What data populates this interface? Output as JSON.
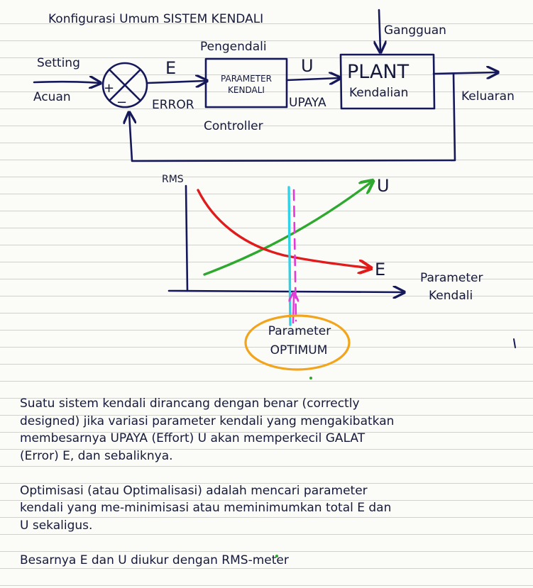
{
  "diagram": {
    "title": "Konfigurasi Umum SISTEM KENDALI",
    "disturbance": "Gangguan",
    "controller_top_label": "Pengendali",
    "reference_line1": "Setting",
    "reference_line2": "Acuan",
    "plus_sign": "+",
    "minus_sign": "−",
    "error_symbol": "E",
    "error_label": "ERROR",
    "controller_box_line1": "PARAMETER",
    "controller_box_line2": "KENDALI",
    "controller_bottom_label": "Controller",
    "effort_symbol": "U",
    "effort_label": "UPAYA",
    "plant_line1": "PLANT",
    "plant_line2": "Kendalian",
    "output_label": "Keluaran"
  },
  "chart": {
    "y_label": "RMS",
    "x_label_line1": "Parameter",
    "x_label_line2": "Kendali",
    "curve_u_label": "U",
    "curve_e_label": "E",
    "optimum_line1": "Parameter",
    "optimum_line2": "OPTIMUM",
    "colors": {
      "axis": "#15185a",
      "u_curve": "#2ea82e",
      "e_curve": "#e01b1b",
      "optimum_line_cyan": "#2fd3e8",
      "optimum_line_magenta": "#e23ad6",
      "optimum_circle": "#f2a51c"
    }
  },
  "notes": {
    "p1": "Suatu sistem kendali dirancang dengan benar (correctly\ndesigned) jika variasi parameter kendali yang mengakibatkan\nmembesarnya UPAYA (Effort) U akan memperkecil GALAT\n(Error) E, dan sebaliknya.",
    "p2": "Optimisasi (atau Optimalisasi) adalah mencari parameter\nkendali yang me-minimisasi atau meminimumkan total E dan\nU sekaligus.",
    "p3": "Besarnya E dan U diukur dengan RMS-meter"
  }
}
